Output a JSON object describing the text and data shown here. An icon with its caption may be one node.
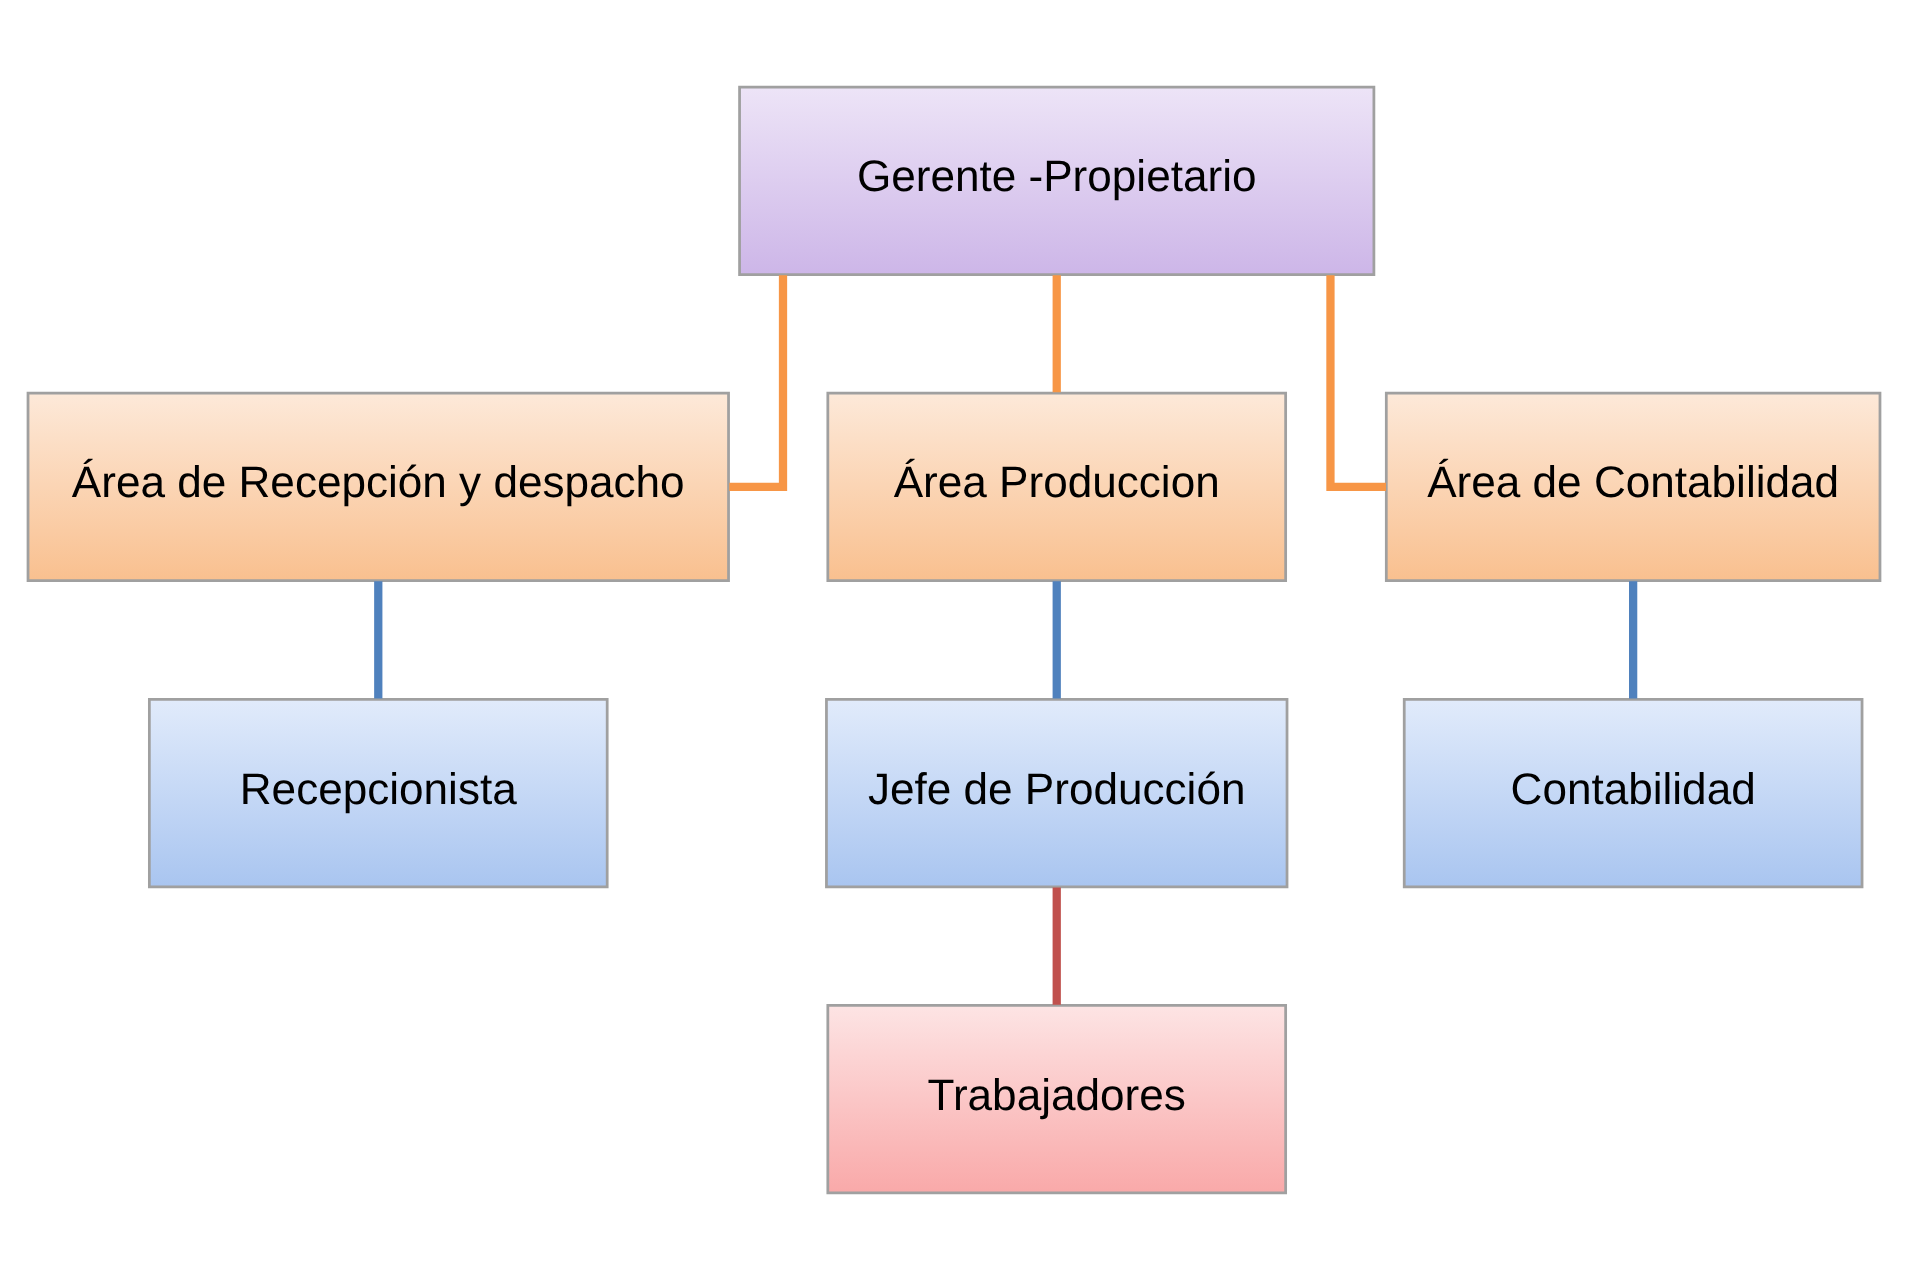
{
  "diagram": {
    "nodes": [
      {
        "text": [
          "Gerente -Propietario"
        ]
      },
      {
        "text": [
          "Área de Recepción y despacho"
        ]
      },
      {
        "text": [
          "Área Produccion"
        ]
      },
      {
        "text": [
          "Área de Contabilidad"
        ]
      },
      {
        "text": [
          "Recepcionista"
        ]
      },
      {
        "text": [
          "Jefe de Producción"
        ]
      },
      {
        "text": [
          "Contabilidad"
        ]
      },
      {
        "text": [
          "Trabajadores"
        ]
      }
    ],
    "edges": [
      {
        "from": 0,
        "to": 1,
        "arrow": "none",
        "color": "#f79646"
      },
      {
        "from": 0,
        "to": 2,
        "arrow": "none",
        "color": "#f79646"
      },
      {
        "from": 0,
        "to": 3,
        "arrow": "none",
        "color": "#f79646"
      },
      {
        "from": 1,
        "to": 4,
        "arrow": "none",
        "color": "#4f81bd"
      },
      {
        "from": 2,
        "to": 5,
        "arrow": "none",
        "color": "#4f81bd"
      },
      {
        "from": 3,
        "to": 6,
        "arrow": "none",
        "color": "#4f81bd"
      },
      {
        "from": 5,
        "to": 7,
        "arrow": "none",
        "color": "#c0504d"
      }
    ]
  }
}
